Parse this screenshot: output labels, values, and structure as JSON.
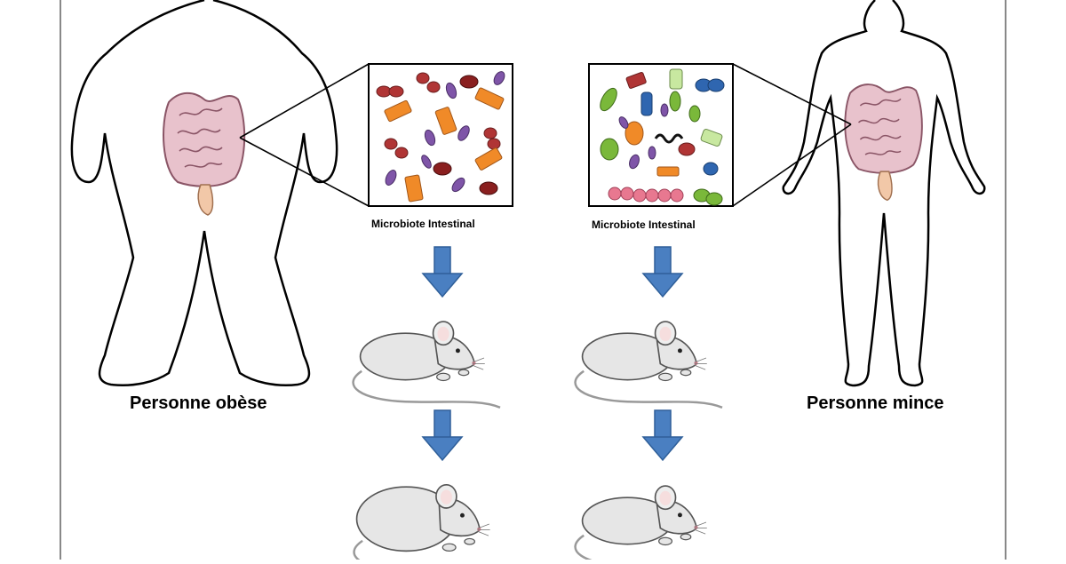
{
  "labels": {
    "obese_person": "Personne obèse",
    "thin_person": "Personne mince",
    "microbiota_left": "Microbiote Intestinal",
    "microbiota_right": "Microbiote Intestinal"
  },
  "colors": {
    "frame": "#888888",
    "outline": "#000000",
    "arrow": "#4a7fc1",
    "arrow_stroke": "#2f5f99",
    "mouse_body": "#e6e6e6",
    "intestine": "#d8a8b8",
    "intestine_stroke": "#8a5566",
    "bacteria_red": "#b03535",
    "bacteria_orange": "#f08a28",
    "bacteria_purple": "#7f55a8",
    "bacteria_green": "#7ab83a",
    "bacteria_blue": "#2f66b0",
    "bacteria_pink": "#e87890",
    "bacteria_lightgreen": "#c8e8a0"
  },
  "icons": {
    "arrows": "down-arrow-icon",
    "mice": "mouse-icon",
    "bodies": "human-silhouette-icon",
    "gut": "intestine-icon"
  }
}
